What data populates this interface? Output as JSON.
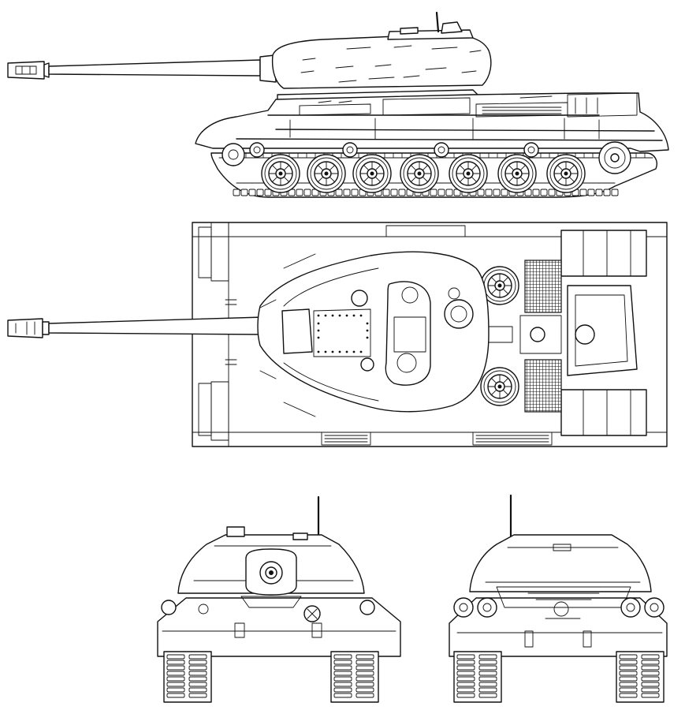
{
  "drawing": {
    "colors": {
      "line": "#111111",
      "paper": "#ffffff"
    },
    "views": [
      {
        "id": "side-view"
      },
      {
        "id": "top-view"
      },
      {
        "id": "front-view"
      },
      {
        "id": "rear-view"
      }
    ]
  }
}
